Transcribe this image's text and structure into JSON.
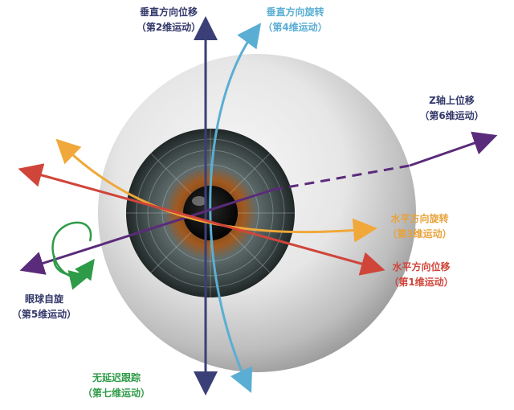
{
  "labels": {
    "vertical_move": {
      "title": "垂直方向位移",
      "sub": "（第2维运动）",
      "color": "#3a3f77"
    },
    "vertical_rotate": {
      "title": "垂直方向旋转",
      "sub": "（第4维运动）",
      "color": "#5aaed3"
    },
    "z_axis_move": {
      "title": "Z轴上位移",
      "sub": "（第6维运动）",
      "color": "#5a2b7a"
    },
    "horizontal_rotate": {
      "title": "水平方向旋转",
      "sub": "（第3维运动）",
      "color": "#f0a83a"
    },
    "horizontal_move": {
      "title": "水平方向位移",
      "sub": "（第1维运动）",
      "color": "#d0453a"
    },
    "eye_roll": {
      "title": "眼球自旋",
      "sub": "（第5维运动）",
      "color": "#5a2b7a"
    },
    "tracking": {
      "title": "无延迟跟踪",
      "sub": "（第七维运动）",
      "color": "#2e9b48"
    }
  }
}
